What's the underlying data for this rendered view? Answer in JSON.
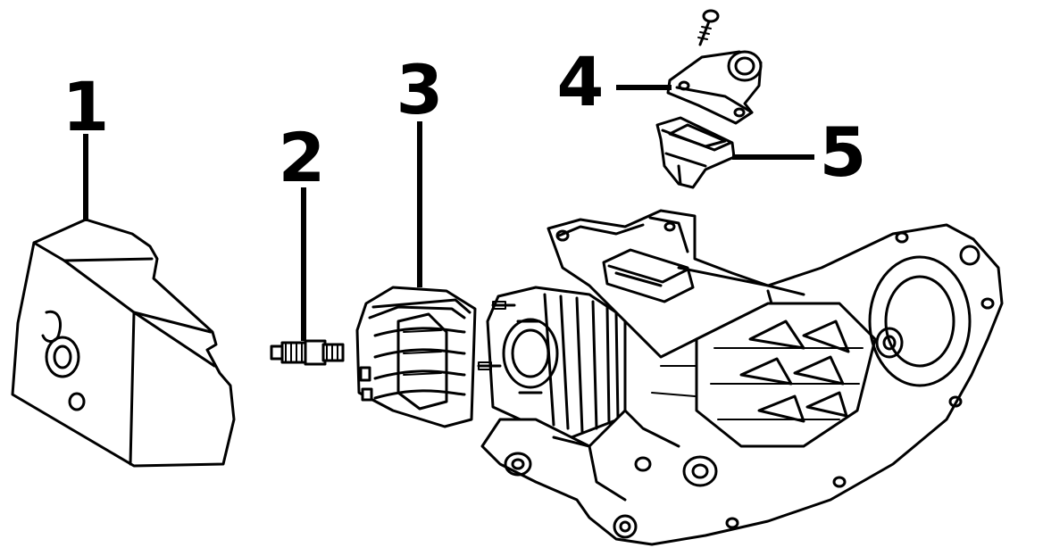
{
  "diagram": {
    "colors": {
      "ink": "#000000",
      "paper": "#ffffff"
    },
    "callouts": [
      {
        "id": "1",
        "label": "1"
      },
      {
        "id": "2",
        "label": "2"
      },
      {
        "id": "3",
        "label": "3"
      },
      {
        "id": "4",
        "label": "4"
      },
      {
        "id": "5",
        "label": "5"
      }
    ]
  }
}
